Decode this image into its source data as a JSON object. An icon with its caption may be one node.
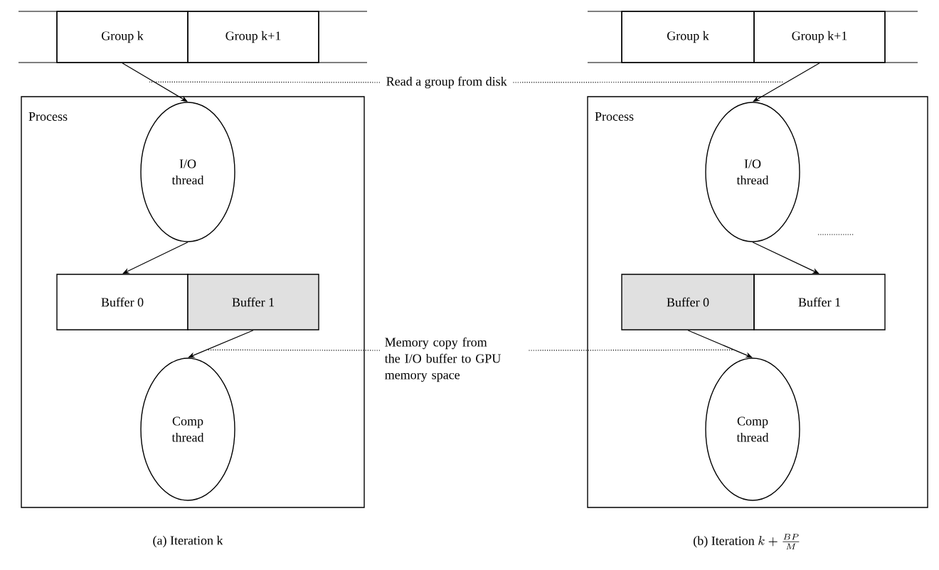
{
  "diagram": {
    "nodes": [
      {
        "text": [
          "Process"
        ]
      },
      {
        "text": [
          "Group k"
        ]
      },
      {
        "text": [
          "Group k+1"
        ]
      },
      {
        "text": [
          "I/O thread"
        ],
        "in": 0
      },
      {
        "text": [
          "Buffer 0"
        ],
        "in": 0
      },
      {
        "text": [
          "Buffer 1"
        ],
        "in": 0
      },
      {
        "text": [
          "Comp thread"
        ],
        "in": 0
      },
      {
        "text": [
          "Process"
        ]
      },
      {
        "text": [
          "Group k"
        ]
      },
      {
        "text": [
          "Group k+1"
        ]
      },
      {
        "text": [
          "I/O thread"
        ],
        "in": 7
      },
      {
        "text": [
          "Buffer 0"
        ],
        "in": 7
      },
      {
        "text": [
          "Buffer 1"
        ],
        "in": 7
      },
      {
        "text": [
          "Comp thread"
        ],
        "in": 7
      },
      {
        "text": [
          "Read a group from disk"
        ]
      },
      {
        "text": [
          "Memory copy from the I/O buffer to GPU memory space"
        ]
      }
    ],
    "edges": [
      {
        "from": 1,
        "to": 3,
        "arrow": "to"
      },
      {
        "from": 3,
        "to": 4,
        "arrow": "to"
      },
      {
        "from": 5,
        "to": 6,
        "arrow": "to"
      },
      {
        "from": 9,
        "to": 10,
        "arrow": "to"
      },
      {
        "from": 10,
        "to": 12,
        "arrow": "to"
      },
      {
        "from": 11,
        "to": 13,
        "arrow": "to"
      },
      {
        "from": 14,
        "to": 0,
        "arrow": "none",
        "style": "dashed"
      },
      {
        "from": 14,
        "to": 7,
        "arrow": "none",
        "style": "dashed"
      },
      {
        "from": 15,
        "to": 6,
        "arrow": "none",
        "style": "dashed"
      },
      {
        "from": 15,
        "to": 13,
        "arrow": "none",
        "style": "dashed"
      }
    ],
    "labels": [
      "(a) Iteration k",
      "(b) Iteration",
      "k + \\frac{BP}{M}"
    ]
  }
}
